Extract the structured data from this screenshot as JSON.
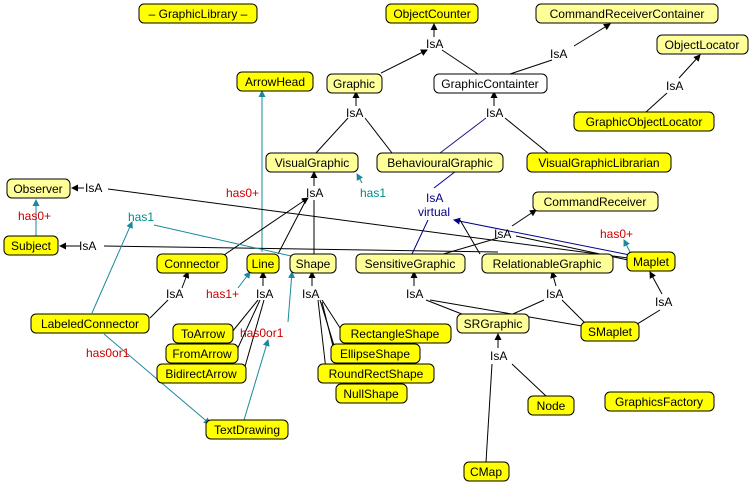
{
  "colors": {
    "node_fill": "#ffff00",
    "node_fill_light": "#ffff99",
    "node_fill_white": "#ffffff",
    "isa": "#000000",
    "has": "#cc0000",
    "has1": "#008b8b",
    "virtual": "#000080",
    "edge_teal": "#1a8a9a",
    "edge_navy": "#00008b"
  },
  "nodes": {
    "graphic_library": {
      "label": "– GraphicLibrary –"
    },
    "object_counter": {
      "label": "ObjectCounter"
    },
    "command_receiver_container": {
      "label": "CommandReceiverContainer"
    },
    "object_locator": {
      "label": "ObjectLocator"
    },
    "arrow_head": {
      "label": "ArrowHead"
    },
    "graphic": {
      "label": "Graphic"
    },
    "graphic_containter": {
      "label": "GraphicContainter"
    },
    "graphic_object_locator": {
      "label": "GraphicObjectLocator"
    },
    "visual_graphic": {
      "label": "VisualGraphic"
    },
    "behavioural_graphic": {
      "label": "BehaviouralGraphic"
    },
    "visual_graphic_librarian": {
      "label": "VisualGraphicLibrarian"
    },
    "observer": {
      "label": "Observer"
    },
    "command_receiver": {
      "label": "CommandReceiver"
    },
    "subject": {
      "label": "Subject"
    },
    "connector": {
      "label": "Connector"
    },
    "line": {
      "label": "Line"
    },
    "shape": {
      "label": "Shape"
    },
    "sensitive_graphic": {
      "label": "SensitiveGraphic"
    },
    "relationable_graphic": {
      "label": "RelationableGraphic"
    },
    "maplet": {
      "label": "Maplet"
    },
    "labeled_connector": {
      "label": "LabeledConnector"
    },
    "sr_graphic": {
      "label": "SRGraphic"
    },
    "smaplet": {
      "label": "SMaplet"
    },
    "to_arrow": {
      "label": "ToArrow"
    },
    "rectangle_shape": {
      "label": "RectangleShape"
    },
    "from_arrow": {
      "label": "FromArrow"
    },
    "ellipse_shape": {
      "label": "EllipseShape"
    },
    "bidirect_arrow": {
      "label": "BidirectArrow"
    },
    "round_rect_shape": {
      "label": "RoundRectShape"
    },
    "null_shape": {
      "label": "NullShape"
    },
    "node": {
      "label": "Node"
    },
    "graphics_factory": {
      "label": "GraphicsFactory"
    },
    "text_drawing": {
      "label": "TextDrawing"
    },
    "cmap": {
      "label": "CMap"
    }
  },
  "relations": {
    "isa_label": "IsA",
    "has0plus": "has0+",
    "has1": "has1",
    "has1plus": "has1+",
    "has0or1": "has0or1",
    "virtual": "virtual"
  }
}
